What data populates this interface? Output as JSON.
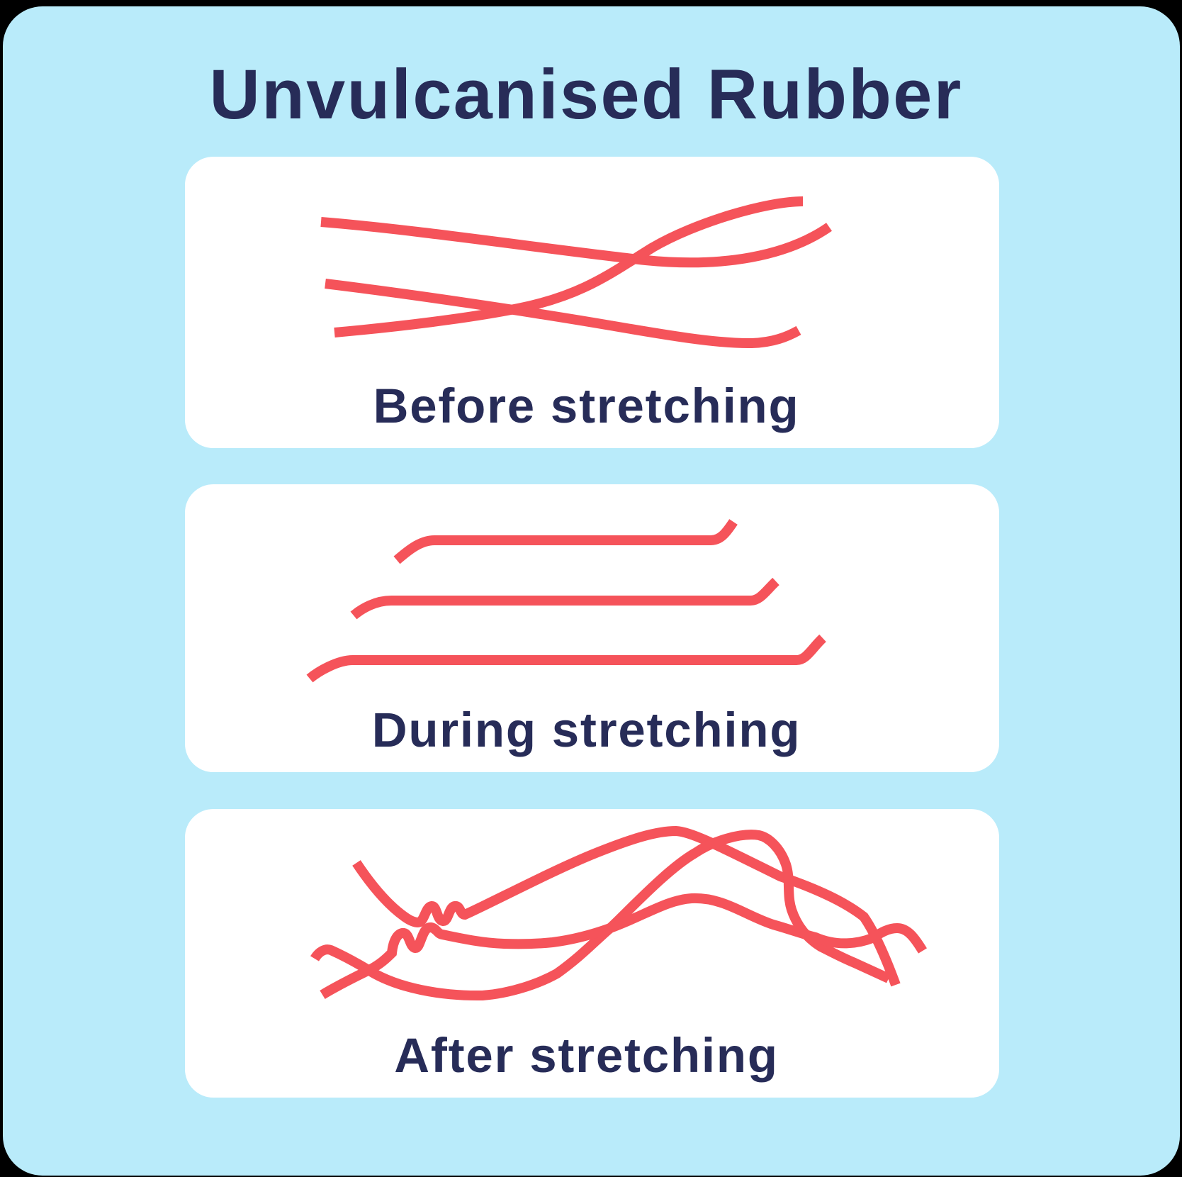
{
  "title": "Unvulcanised Rubber",
  "colors": {
    "background": "#000000",
    "panel": "#B9EBFA",
    "card": "#FFFFFF",
    "text": "#272C58",
    "strand": "#F5535A"
  },
  "cards": [
    {
      "id": "before-stretching",
      "label": "Before stretching",
      "illustration": "three loosely tangled polymer chains crossing each other"
    },
    {
      "id": "during-stretching",
      "label": "During stretching",
      "illustration": "three straightened polymer chains with hooked ends"
    },
    {
      "id": "after-stretching",
      "label": "After stretching",
      "illustration": "three recoiled tangled polymer chains with kinks and humps"
    }
  ]
}
